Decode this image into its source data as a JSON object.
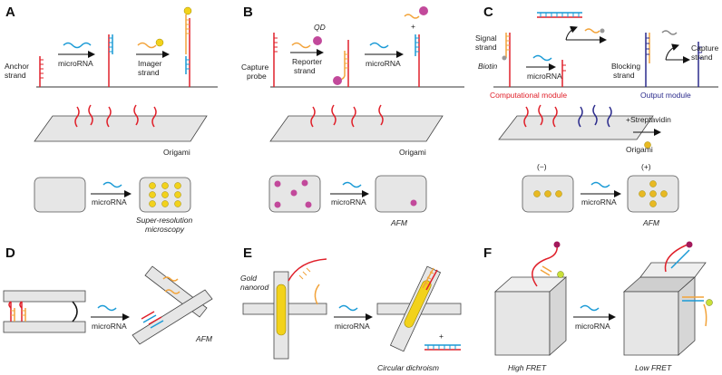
{
  "panels": {
    "A": {
      "letter": "A",
      "anchor_strand_1": "Anchor",
      "anchor_strand_2": "strand",
      "microrna_1": "microRNA",
      "imager_strand_1": "Imager",
      "imager_strand_2": "strand",
      "origami": "Origami",
      "microrna_2": "microRNA",
      "readout_1": "Super-resolution",
      "readout_2": "microscopy"
    },
    "B": {
      "letter": "B",
      "capture_probe_1": "Capture",
      "capture_probe_2": "probe",
      "qd": "QD",
      "reporter_strand_1": "Reporter",
      "reporter_strand_2": "strand",
      "microrna_1": "microRNA",
      "plus": "+",
      "origami": "Origami",
      "microrna_2": "microRNA",
      "readout": "AFM"
    },
    "C": {
      "letter": "C",
      "signal_strand_1": "Signal",
      "signal_strand_2": "strand",
      "biotin": "Biotin",
      "microrna_1": "microRNA",
      "blocking_strand_1": "Blocking",
      "blocking_strand_2": "strand",
      "capture_strand_1": "Capture",
      "capture_strand_2": "strand",
      "computational_module": "Computational module",
      "output_module": "Output module",
      "streptavidin": "+Streptavidin",
      "origami": "Origami",
      "minus": "(−)",
      "plus": "(+)",
      "microrna_2": "microRNA",
      "readout": "AFM"
    },
    "D": {
      "letter": "D",
      "microrna": "microRNA",
      "readout": "AFM"
    },
    "E": {
      "letter": "E",
      "gold_nanorod_1": "Gold",
      "gold_nanorod_2": "nanorod",
      "microrna": "microRNA",
      "plus": "+",
      "readout": "Circular dichroism"
    },
    "F": {
      "letter": "F",
      "microrna": "microRNA",
      "high_fret": "High FRET",
      "low_fret": "Low FRET"
    }
  },
  "colors": {
    "probe_red": "#e0202a",
    "microrna_cyan": "#1a9ad6",
    "imager_orange": "#f2a33a",
    "qd_magenta": "#c2499b",
    "gold_yellow": "#f2d21b",
    "blocking_navy": "#2b2b8c",
    "origami_gray": "#e6e6e6"
  }
}
